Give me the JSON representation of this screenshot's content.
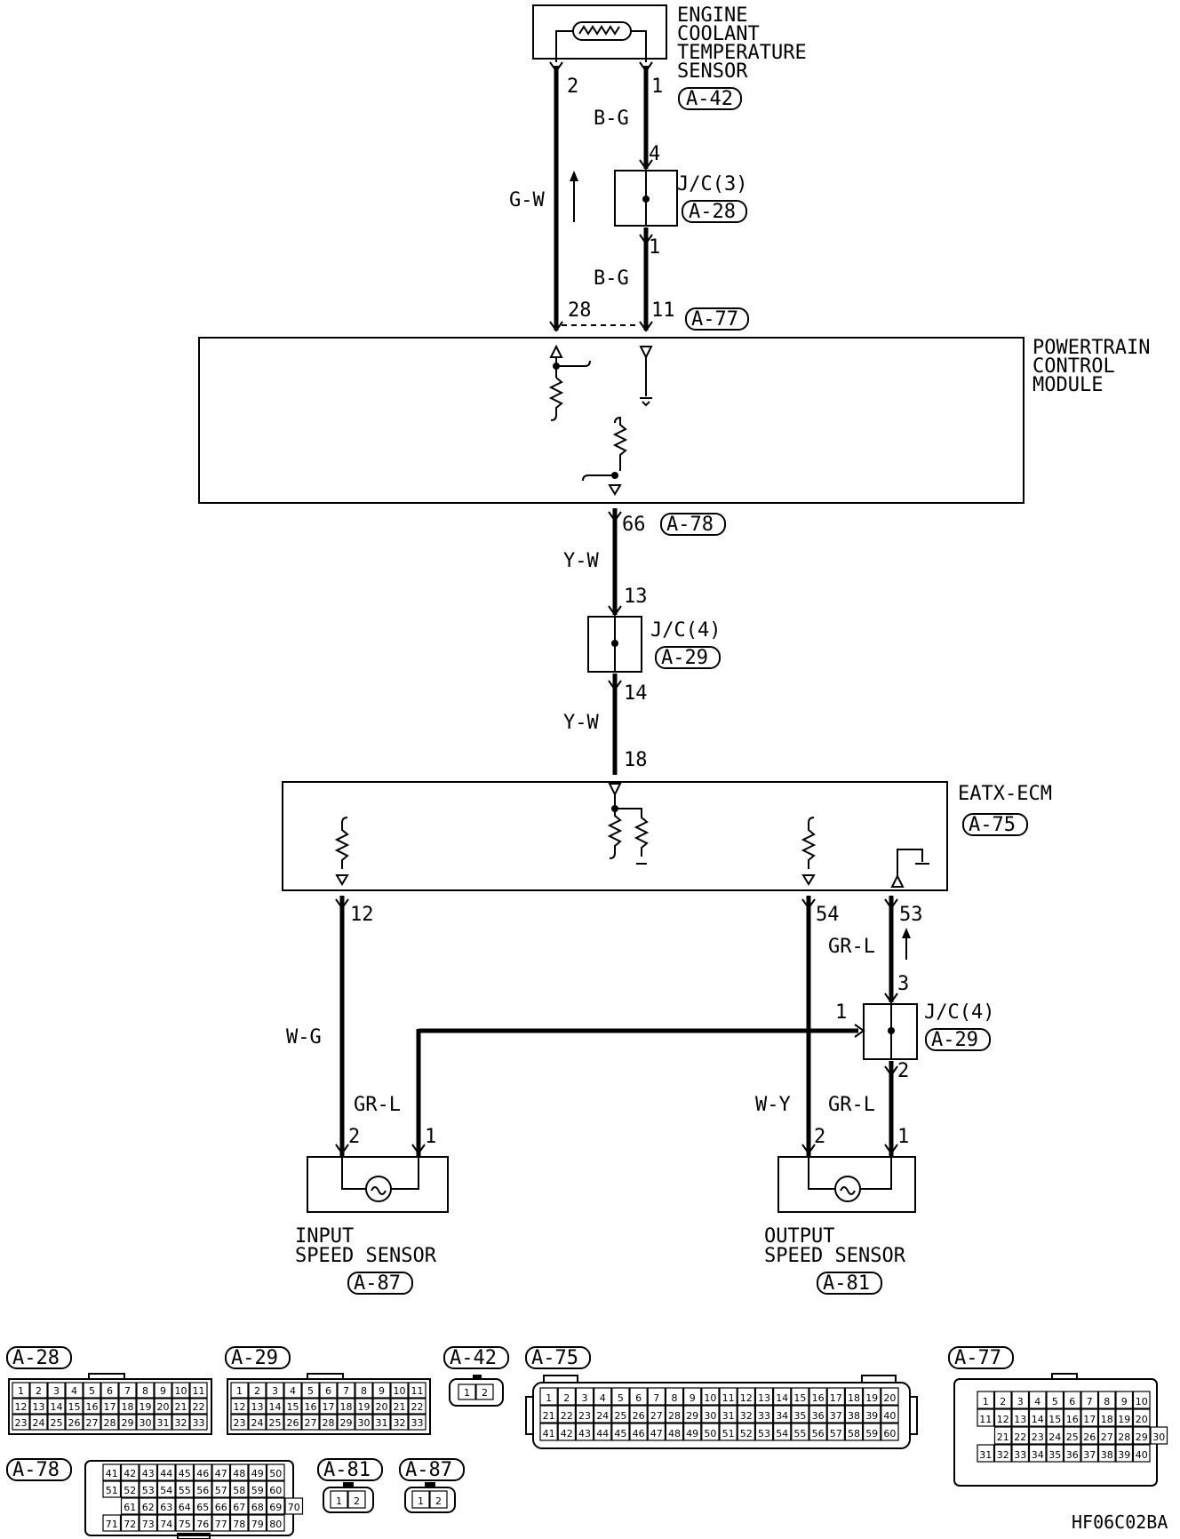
{
  "components": {
    "ect_sensor": {
      "name_lines": [
        "ENGINE",
        "COOLANT",
        "TEMPERATURE",
        "SENSOR"
      ],
      "connector": "A-42"
    },
    "pcm": {
      "name_lines": [
        "POWERTRAIN",
        "CONTROL",
        "MODULE"
      ],
      "connector_top": "A-77",
      "connector_bottom": "A-78"
    },
    "jc3": {
      "name": "J/C(3)",
      "connector": "A-28"
    },
    "jc4_upper": {
      "name": "J/C(4)",
      "connector": "A-29"
    },
    "eatx_ecm": {
      "name": "EATX-ECM",
      "connector": "A-75"
    },
    "jc4_lower": {
      "name": "J/C(4)",
      "connector": "A-29"
    },
    "input_speed_sensor": {
      "name_lines": [
        "INPUT",
        "SPEED SENSOR"
      ],
      "connector": "A-87"
    },
    "output_speed_sensor": {
      "name_lines": [
        "OUTPUT",
        "SPEED SENSOR"
      ],
      "connector": "A-81"
    }
  },
  "wires": {
    "gw": "G-W",
    "bg1": "B-G",
    "bg2": "B-G",
    "yw1": "Y-W",
    "yw2": "Y-W",
    "wg": "W-G",
    "grl_in": "GR-L",
    "grl_top": "GR-L",
    "wy": "W-Y",
    "grl_out": "GR-L"
  },
  "pins": {
    "ect_2": "2",
    "ect_1": "1",
    "jc3_4": "4",
    "jc3_1": "1",
    "pcm_28": "28",
    "pcm_11": "11",
    "pcm_66": "66",
    "jc4u_13": "13",
    "jc4u_14": "14",
    "ecm_18": "18",
    "ecm_12": "12",
    "ecm_54": "54",
    "ecm_53": "53",
    "jc4l_3": "3",
    "jc4l_1": "1",
    "jc4l_2": "2",
    "iss_2": "2",
    "iss_1": "1",
    "oss_2": "2",
    "oss_1": "1"
  },
  "connector_views": {
    "a28": {
      "id": "A-28",
      "rows": [
        [
          "1",
          "2",
          "3",
          "4",
          "5",
          "6",
          "7",
          "8",
          "9",
          "10",
          "11"
        ],
        [
          "12",
          "13",
          "14",
          "15",
          "16",
          "17",
          "18",
          "19",
          "20",
          "21",
          "22"
        ],
        [
          "23",
          "24",
          "25",
          "26",
          "27",
          "28",
          "29",
          "30",
          "31",
          "32",
          "33"
        ]
      ]
    },
    "a29": {
      "id": "A-29",
      "rows": [
        [
          "1",
          "2",
          "3",
          "4",
          "5",
          "6",
          "7",
          "8",
          "9",
          "10",
          "11"
        ],
        [
          "12",
          "13",
          "14",
          "15",
          "16",
          "17",
          "18",
          "19",
          "20",
          "21",
          "22"
        ],
        [
          "23",
          "24",
          "25",
          "26",
          "27",
          "28",
          "29",
          "30",
          "31",
          "32",
          "33"
        ]
      ]
    },
    "a42": {
      "id": "A-42",
      "rows": [
        [
          "1",
          "2"
        ]
      ]
    },
    "a75": {
      "id": "A-75",
      "rows": [
        [
          "1",
          "2",
          "3",
          "4",
          "5",
          "6",
          "7",
          "8",
          "9",
          "10",
          "11",
          "12",
          "13",
          "14",
          "15",
          "16",
          "17",
          "18",
          "19",
          "20"
        ],
        [
          "21",
          "22",
          "23",
          "24",
          "25",
          "26",
          "27",
          "28",
          "29",
          "30",
          "31",
          "32",
          "33",
          "34",
          "35",
          "36",
          "37",
          "38",
          "39",
          "40"
        ],
        [
          "41",
          "42",
          "43",
          "44",
          "45",
          "46",
          "47",
          "48",
          "49",
          "50",
          "51",
          "52",
          "53",
          "54",
          "55",
          "56",
          "57",
          "58",
          "59",
          "60"
        ]
      ]
    },
    "a77": {
      "id": "A-77",
      "rows": [
        [
          "1",
          "2",
          "3",
          "4",
          "5",
          "6",
          "7",
          "8",
          "9",
          "10"
        ],
        [
          "11",
          "12",
          "13",
          "14",
          "15",
          "16",
          "17",
          "18",
          "19",
          "20"
        ],
        [
          "21",
          "22",
          "23",
          "24",
          "25",
          "26",
          "27",
          "28",
          "29",
          "30"
        ],
        [
          "31",
          "32",
          "33",
          "34",
          "35",
          "36",
          "37",
          "38",
          "39",
          "40"
        ]
      ]
    },
    "a78": {
      "id": "A-78",
      "rows": [
        [
          "41",
          "42",
          "43",
          "44",
          "45",
          "46",
          "47",
          "48",
          "49",
          "50"
        ],
        [
          "51",
          "52",
          "53",
          "54",
          "55",
          "56",
          "57",
          "58",
          "59",
          "60"
        ],
        [
          "61",
          "62",
          "63",
          "64",
          "65",
          "66",
          "67",
          "68",
          "69",
          "70"
        ],
        [
          "71",
          "72",
          "73",
          "74",
          "75",
          "76",
          "77",
          "78",
          "79",
          "80"
        ]
      ]
    },
    "a81": {
      "id": "A-81",
      "rows": [
        [
          "1",
          "2"
        ]
      ]
    },
    "a87": {
      "id": "A-87",
      "rows": [
        [
          "1",
          "2"
        ]
      ]
    }
  },
  "figure_code": "HF06C02BA"
}
